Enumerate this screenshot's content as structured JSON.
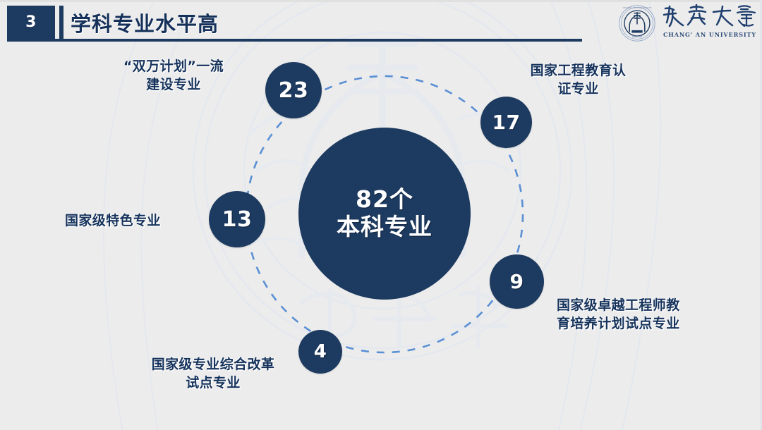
{
  "header": {
    "slide_number": "3",
    "title": "学科专业水平高"
  },
  "logo": {
    "seal_icon": "chang-an-university-seal-icon",
    "name_cn": "长安大学",
    "name_en": "CHANG' AN UNIVERSITY"
  },
  "diagram": {
    "type": "radial-bubble-infographic",
    "center": {
      "value": "82个",
      "unit_label": "本科专业"
    },
    "ring": {
      "style": "dashed",
      "color": "#5a8fd4"
    },
    "nodes": [
      {
        "value": "23",
        "label": "“双万计划”一流\n建设专业"
      },
      {
        "value": "17",
        "label": "国家工程教育认\n证专业"
      },
      {
        "value": "13",
        "label": "国家级特色专业"
      },
      {
        "value": "4",
        "label": "国家级专业综合改革\n试点专业"
      },
      {
        "value": "9",
        "label": "国家级卓越工程师教\n育培养计划试点专业"
      }
    ]
  },
  "colors": {
    "navy": "#1d3a60",
    "title_navy": "#15315a",
    "background": "#ececec",
    "ring_blue": "#5a8fd4",
    "watermark_blue": "#dfe5ef"
  }
}
